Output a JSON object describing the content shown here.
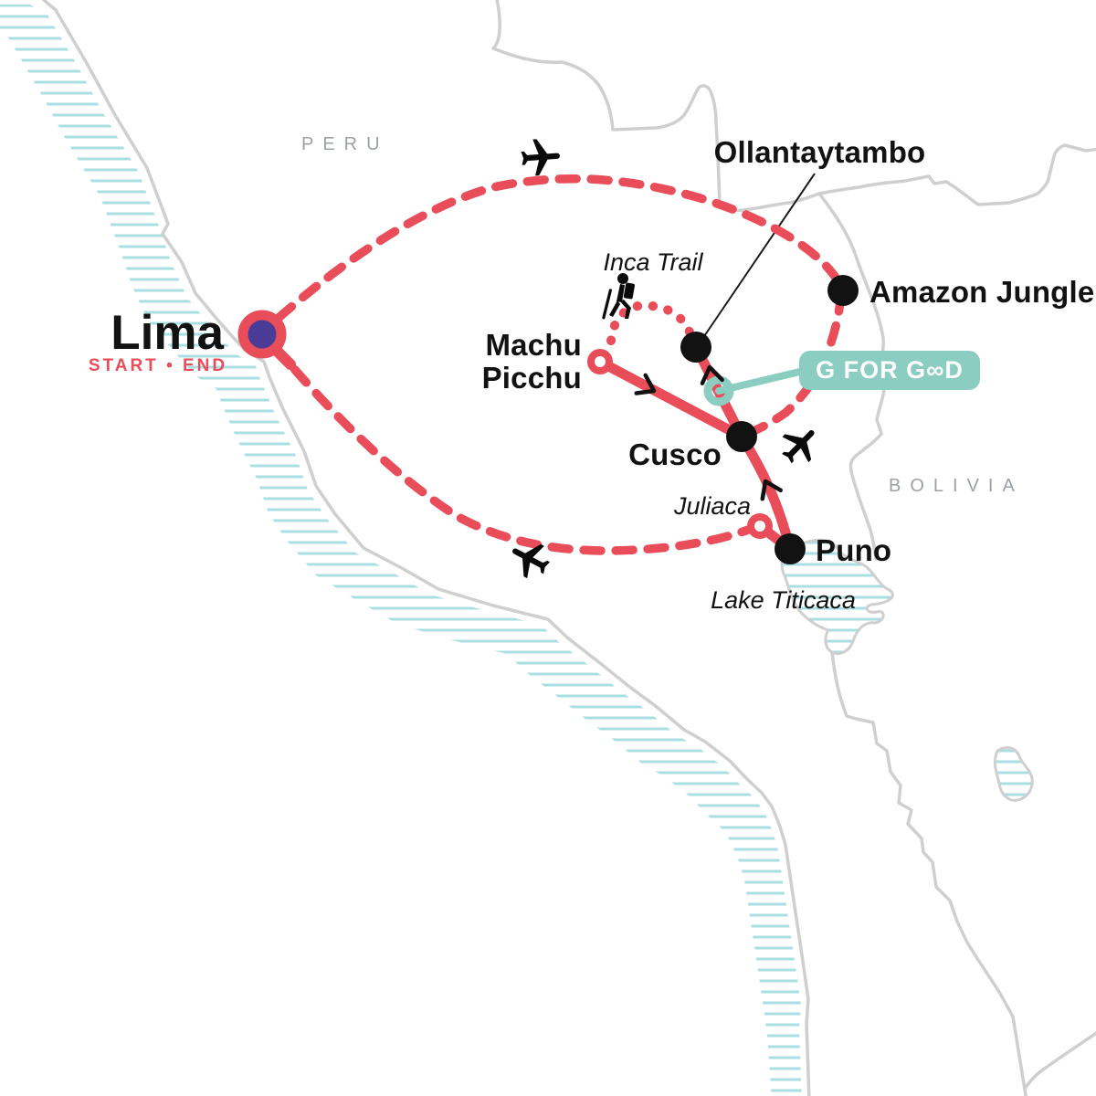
{
  "page_title": "Peru tour route map",
  "labels": {
    "peru": "PERU",
    "bolivia": "BOLIVIA",
    "lima": "Lima",
    "lima_sub": "START • END",
    "machu_picchu": "Machu Picchu",
    "ollantaytambo": "Ollantaytambo",
    "amazon_jungle": "Amazon Jungle",
    "cusco": "Cusco",
    "juliaca": "Juliaca",
    "puno": "Puno",
    "lake_titicaca": "Lake Titicaca",
    "inca_trail": "Inca Trail"
  },
  "badge": {
    "label": "G FOR GOOD",
    "display": "G FOR G∞D"
  },
  "markers": [
    {
      "id": "lima",
      "type": "start-end-pin",
      "note": "purple dot with red ring and tail"
    },
    {
      "id": "machu-picchu",
      "type": "open-ring"
    },
    {
      "id": "ollantaytambo",
      "type": "black-dot"
    },
    {
      "id": "amazon-jungle",
      "type": "black-dot"
    },
    {
      "id": "cusco",
      "type": "black-dot"
    },
    {
      "id": "juliaca",
      "type": "open-ring"
    },
    {
      "id": "puno",
      "type": "black-dot"
    },
    {
      "id": "g-for-good-node",
      "type": "teal-ring"
    }
  ],
  "routes": [
    {
      "from": "Lima",
      "to": "Amazon Jungle",
      "mode": "flight",
      "style": "dashed"
    },
    {
      "from": "Amazon Jungle",
      "to": "Cusco",
      "mode": "flight",
      "style": "dashed"
    },
    {
      "from": "Lima",
      "to": "Juliaca",
      "mode": "flight",
      "style": "dashed"
    },
    {
      "from": "Juliaca",
      "to": "Puno",
      "mode": "overland",
      "style": "solid"
    },
    {
      "from": "Puno",
      "to": "Cusco",
      "mode": "overland",
      "style": "solid"
    },
    {
      "from": "Cusco",
      "to": "Ollantaytambo",
      "mode": "overland",
      "style": "solid"
    },
    {
      "from": "Ollantaytambo",
      "to": "Machu Picchu",
      "mode": "trek",
      "style": "dotted",
      "note": "Inca Trail"
    },
    {
      "from": "Machu Picchu",
      "to": "Cusco",
      "mode": "overland",
      "style": "solid"
    }
  ],
  "colors": {
    "route_red": "#E94D59",
    "badge_teal": "#8BCEC1",
    "hatch_teal": "#A9DFE2",
    "map_line_gray": "#CFCFCF",
    "country_label_gray": "#9BA1A6",
    "marker_black": "#121212",
    "lima_marker_purple": "#4A3B96",
    "background": "#FFFFFF"
  }
}
